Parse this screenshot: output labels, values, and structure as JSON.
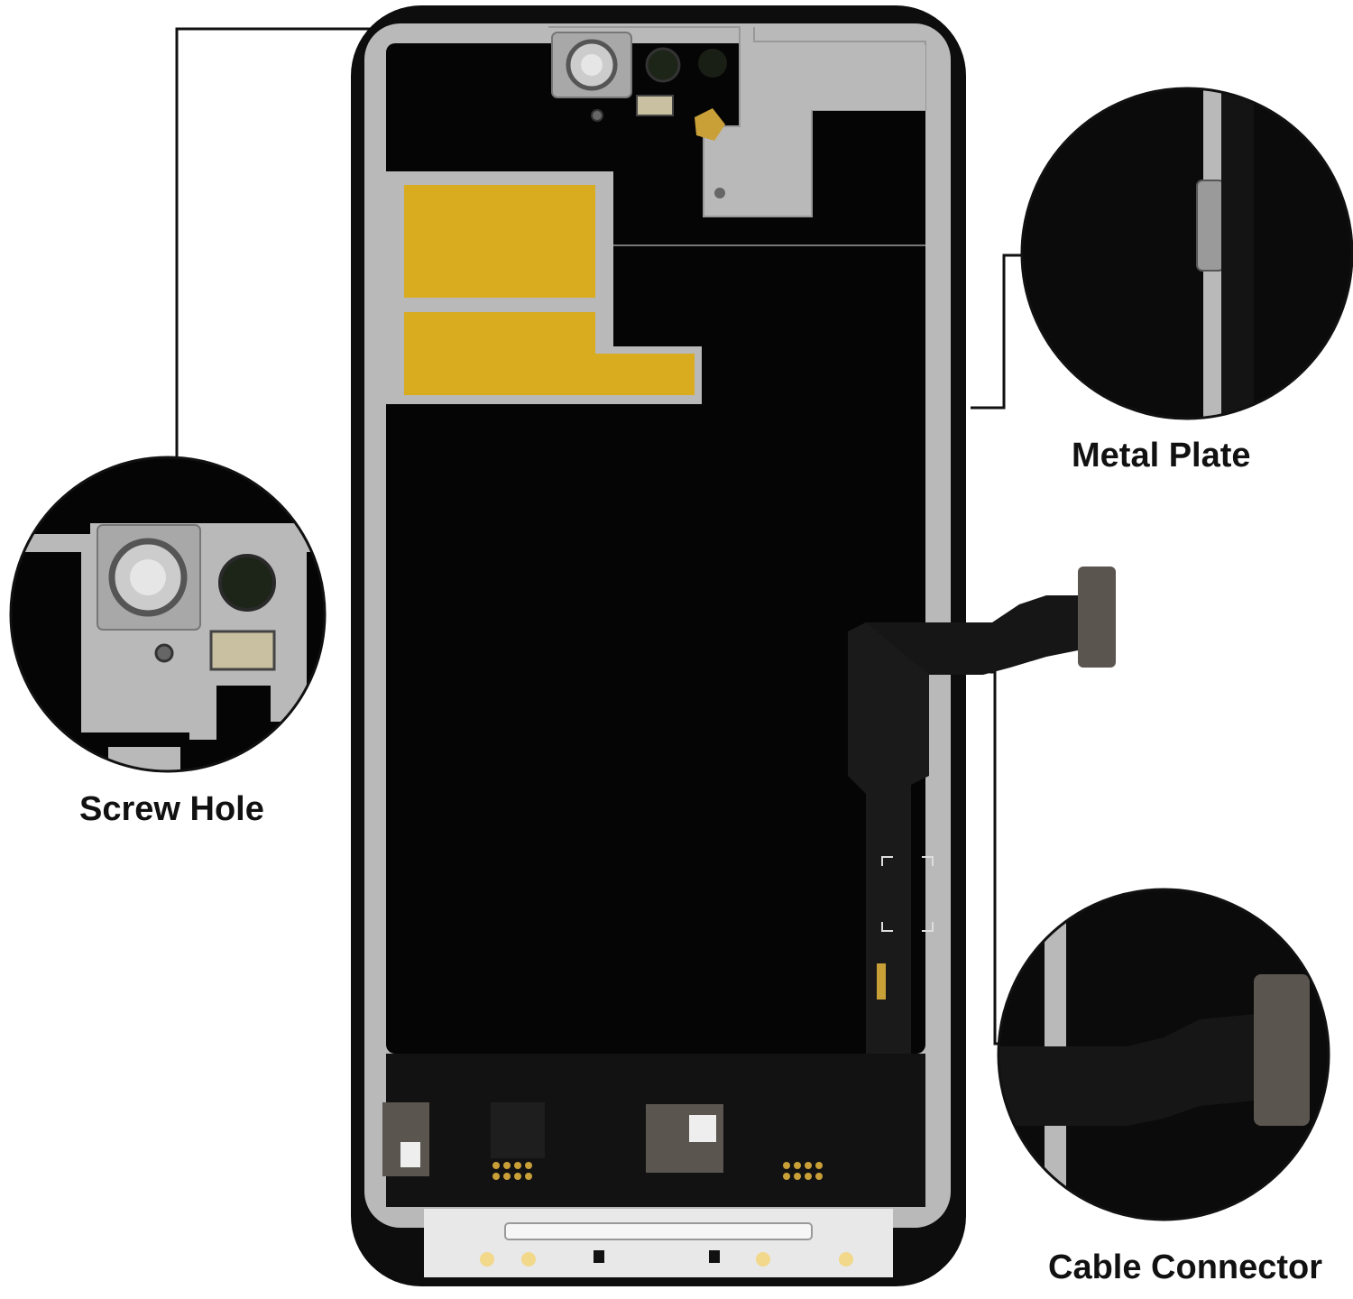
{
  "callouts": {
    "screw_hole": {
      "label": "Screw Hole"
    },
    "metal_plate": {
      "label": "Metal Plate"
    },
    "cable_connector": {
      "label": "Cable Connector"
    }
  },
  "colors": {
    "background": "#ffffff",
    "frame": "#0d0d0d",
    "screen": "#050505",
    "metal": "#b9b9b9",
    "tape": "#d9ac1f",
    "flex_cable": "#1a1a1a",
    "connector_pad": "#5a554f",
    "gold_pad": "#c9a038"
  }
}
